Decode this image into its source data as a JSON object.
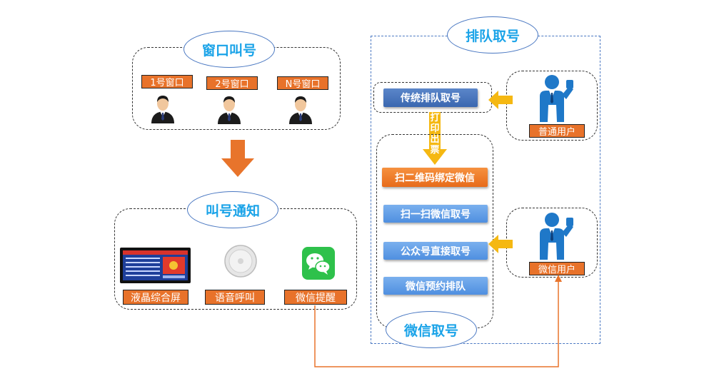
{
  "window_call": {
    "title": "窗口叫号",
    "windows": [
      "1号窗口",
      "2号窗口",
      "N号窗口"
    ]
  },
  "notify": {
    "title": "叫号通知",
    "items": [
      "液晶综合屏",
      "语音呼叫",
      "微信提醒"
    ]
  },
  "queue": {
    "title": "排队取号",
    "traditional": "传统排队取号",
    "print_ticket": [
      "打",
      "印",
      "出",
      "票"
    ],
    "normal_user": "普通用户",
    "wechat_user": "微信用户"
  },
  "wechat_ticket": {
    "title": "微信取号",
    "steps": [
      "扫二维码绑定微信",
      "扫一扫微信取号",
      "公众号直接取号",
      "微信预约排队"
    ]
  },
  "colors": {
    "accent_blue": "#1aa3e8",
    "label_orange": "#e8722a",
    "arrow_orange": "#e8742b",
    "arrow_yellow": "#f5b812",
    "person_blue": "#1f78c8"
  },
  "icons": [
    "businessman-icon",
    "user-icon",
    "lcd-screen-icon",
    "speaker-icon",
    "wechat-icon"
  ]
}
